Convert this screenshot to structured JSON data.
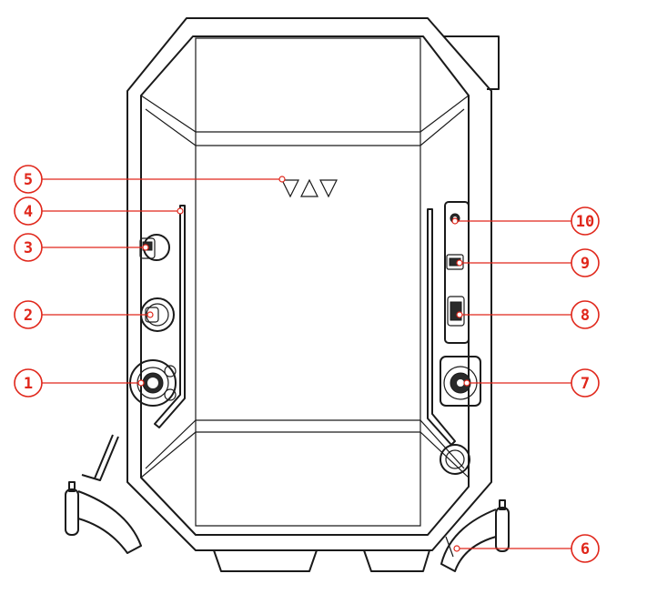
{
  "callouts": [
    {
      "id": "1",
      "label": "1"
    },
    {
      "id": "2",
      "label": "2"
    },
    {
      "id": "3",
      "label": "3"
    },
    {
      "id": "4",
      "label": "4"
    },
    {
      "id": "5",
      "label": "5"
    },
    {
      "id": "6",
      "label": "6"
    },
    {
      "id": "7",
      "label": "7"
    },
    {
      "id": "8",
      "label": "8"
    },
    {
      "id": "9",
      "label": "9"
    },
    {
      "id": "10",
      "label": "10"
    }
  ],
  "colors": {
    "callout": "#e0261a",
    "outline": "#1a1a1a"
  }
}
